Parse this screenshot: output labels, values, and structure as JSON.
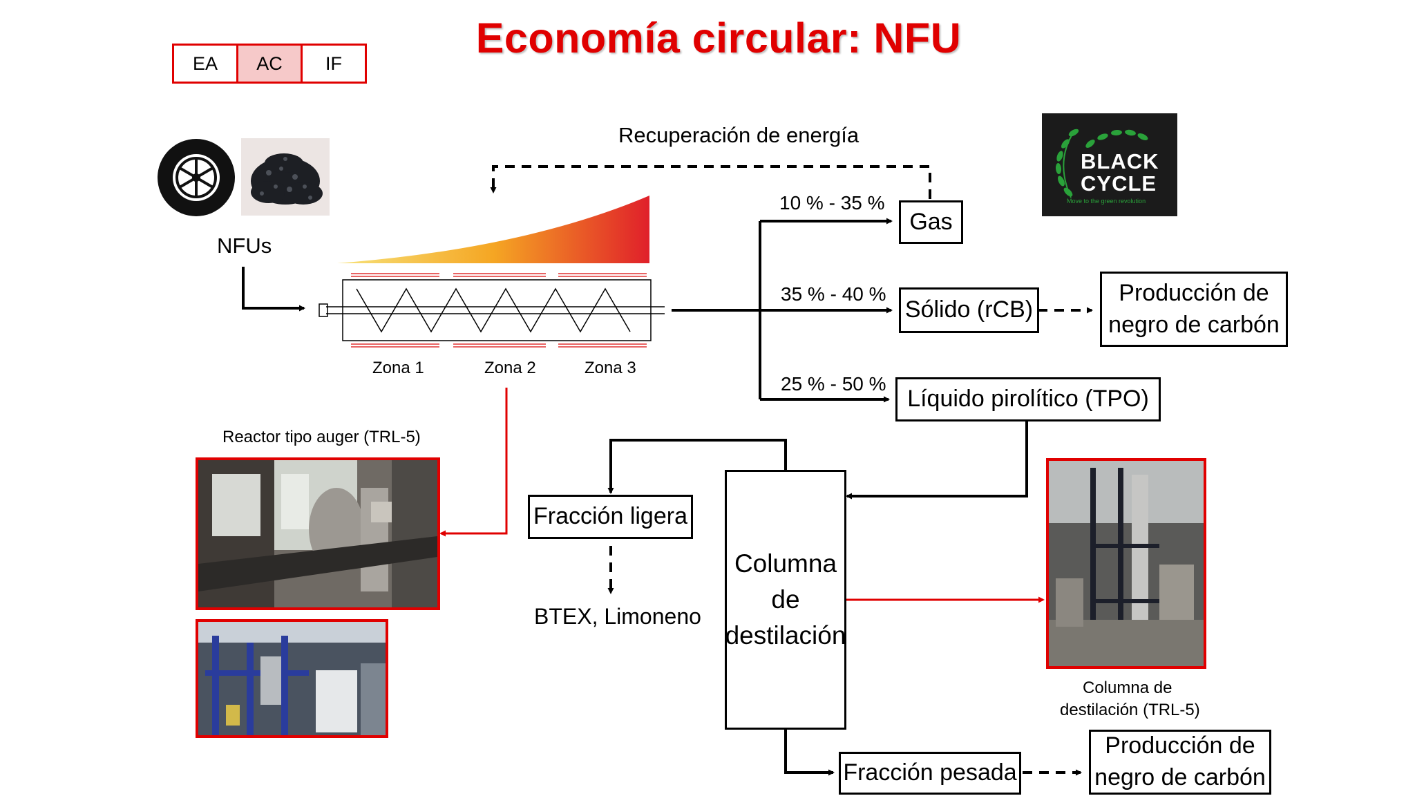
{
  "title": "Economía circular: NFU",
  "tabs": [
    {
      "label": "EA",
      "active": false
    },
    {
      "label": "AC",
      "active": true
    },
    {
      "label": "IF",
      "active": false
    }
  ],
  "feed": {
    "label": "NFUs"
  },
  "energy_recovery": "Recuperación de energía",
  "reactor": {
    "zones": [
      "Zona 1",
      "Zona 2",
      "Zona 3"
    ]
  },
  "products": [
    {
      "range": "10 % - 35 %",
      "name": "Gas"
    },
    {
      "range": "35 % - 40 %",
      "name": "Sólido (rCB)"
    },
    {
      "range": "25 % - 50 %",
      "name": "Líquido pirolítico (TPO)"
    }
  ],
  "carbon_black_top": [
    "Producción de",
    "negro de carbón"
  ],
  "column": [
    "Columna",
    "de",
    "destilación"
  ],
  "light_fraction": "Fracción ligera",
  "light_products": "BTEX, Limoneno",
  "heavy_fraction": "Fracción pesada",
  "carbon_black_bottom": [
    "Producción de",
    "negro de carbón"
  ],
  "reactor_caption": "Reactor tipo auger (TRL-5)",
  "column_caption": [
    "Columna de",
    "destilación (TRL-5)"
  ],
  "logo": {
    "line1": "BLACK",
    "line2": "CYCLE",
    "tagline": "Move to the green revolution"
  },
  "colors": {
    "accent": "#e00000",
    "tab_active": "#f6c9c9",
    "heat_start": "#f7e27a",
    "heat_end": "#e0202a",
    "logo_green": "#2aa23a"
  }
}
